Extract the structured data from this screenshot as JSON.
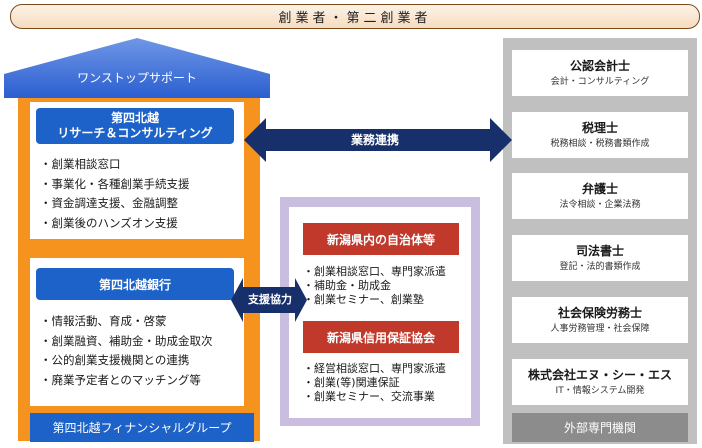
{
  "top_banner": "創業者・第二創業者",
  "left_group": {
    "roof_label": "ワンストップサポート",
    "research_consulting": {
      "title_line1": "第四北越",
      "title_line2": "リサーチ＆コンサルティング",
      "items": [
        "・創業相談窓口",
        "・事業化・各種創業手続支援",
        "・資金調達支援、金融調整",
        "・創業後のハンズオン支援"
      ]
    },
    "bank": {
      "title": "第四北越銀行",
      "items": [
        "・情報活動、育成・啓蒙",
        "・創業融資、補助金・助成金取次",
        "・公的創業支援機関との連携",
        "・廃業予定者とのマッチング等"
      ]
    },
    "footer": "第四北越フィナンシャルグループ"
  },
  "arrows": {
    "business_partnership": "業務連携",
    "support_cooperation": "支援協力"
  },
  "middle": {
    "local_gov": {
      "title": "新潟県内の自治体等",
      "items": [
        "・創業相談窓口、専門家派遣",
        "・補助金・助成金",
        "・創業セミナー、創業塾"
      ]
    },
    "credit_guarantee": {
      "title": "新潟県信用保証協会",
      "items": [
        "・経営相談窓口、専門家派遣",
        "・創業(等)関連保証",
        "・創業セミナー、交流事業"
      ]
    }
  },
  "experts": [
    {
      "name": "公認会計士",
      "desc": "会計・コンサルティング"
    },
    {
      "name": "税理士",
      "desc": "税務相談・税務書類作成"
    },
    {
      "name": "弁護士",
      "desc": "法令相談・企業法務"
    },
    {
      "name": "司法書士",
      "desc": "登記・法的書類作成"
    },
    {
      "name": "社会保険労務士",
      "desc": "人事労務管理・社会保障"
    },
    {
      "name": "株式会社エヌ・シー・エス",
      "desc": "IT・情報システム開発"
    }
  ],
  "right_footer": "外部専門機関",
  "colors": {
    "orange": "#f6921e",
    "blue": "#1d62c9",
    "navy": "#17306b",
    "red": "#c0392b",
    "lavender": "#c9bde0",
    "gray": "#c0c0c0",
    "dark_gray": "#8c8c8c"
  }
}
